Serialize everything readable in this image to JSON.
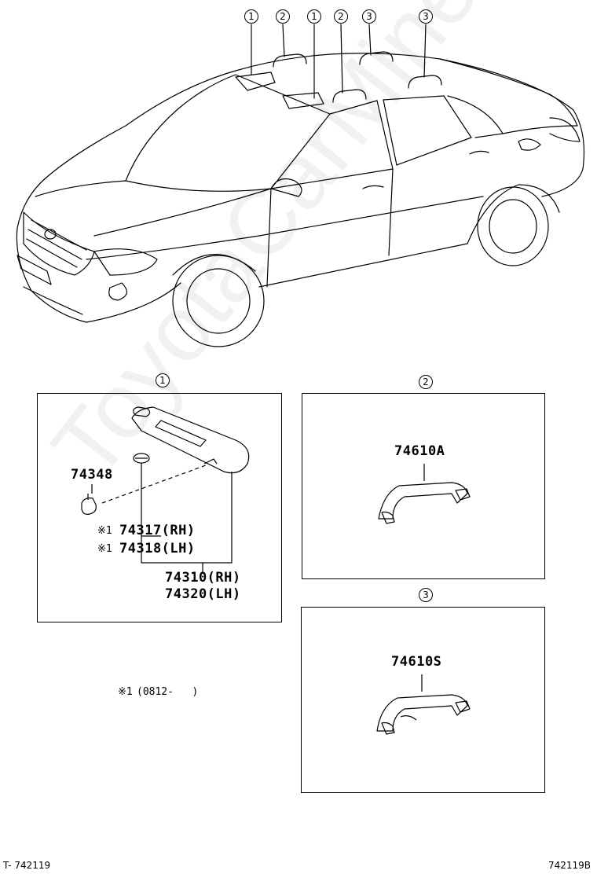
{
  "car_callouts": [
    "1",
    "2",
    "1",
    "2",
    "3",
    "3"
  ],
  "panel1": {
    "callout": "1",
    "parts": {
      "p74348": "74348",
      "p74317": "74317(RH)",
      "p74318": "74318(LH)",
      "p74310": "74310(RH)",
      "p74320": "74320(LH)",
      "note_mark": "※1"
    }
  },
  "panel2": {
    "callout": "2",
    "part": "74610A"
  },
  "panel3": {
    "callout": "3",
    "part": "74610S"
  },
  "note": {
    "mark": "※1",
    "range": "(0812-   )"
  },
  "watermark": "ToyotaCarMiner.ru",
  "footer": {
    "left": "T- 742119",
    "right": "742119B"
  }
}
